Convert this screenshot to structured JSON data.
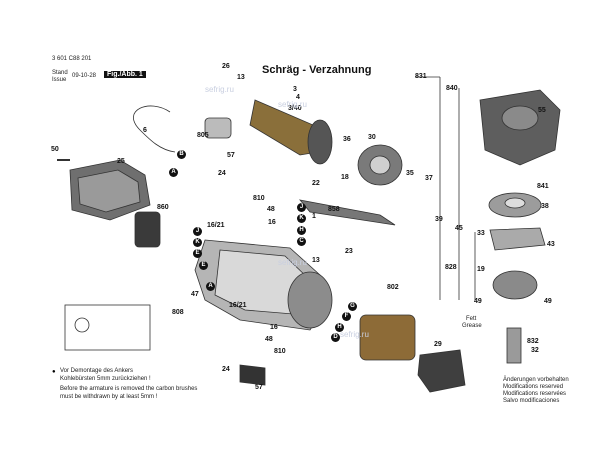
{
  "header": {
    "doc_number": "3 601 C88 201",
    "stand_label": "Stand",
    "issue_label": "Issue",
    "date": "09-10-28",
    "figure_label": "Fig./Abb. 1",
    "title": "Schräg - Verzahnung"
  },
  "part_numbers": [
    "26",
    "13",
    "3",
    "4",
    "3/40",
    "831",
    "840",
    "55",
    "50",
    "6",
    "805",
    "B",
    "25",
    "A",
    "57",
    "36",
    "30",
    "24",
    "810",
    "48",
    "22",
    "18",
    "858",
    "35",
    "37",
    "841",
    "38",
    "860",
    "J",
    "K",
    "16/21",
    "16",
    "39",
    "45",
    "33",
    "43",
    "J",
    "K",
    "H",
    "1",
    "C",
    "E",
    "23",
    "828",
    "19",
    "49",
    "49",
    "47",
    "A",
    "808",
    "16/21",
    "G",
    "F",
    "H",
    "D",
    "802",
    "16",
    "48",
    "810",
    "29",
    "832",
    "32",
    "24",
    "57",
    "13",
    "E"
  ],
  "fett_label": "Fett",
  "grease_label": "Grease",
  "note_de_1": "Vor Demontage des Ankers",
  "note_de_2": "Kohlebürsten 5mm zurückziehen !",
  "note_en_1": "Before the armature is removed the carbon brushes",
  "note_en_2": "must be withdrawn by at least 5mm !",
  "changes": [
    "Änderungen vorbehalten",
    "Modifications reserved",
    "Modifications reservées",
    "Salvo modificaciones"
  ],
  "watermark": "sefrig.ru",
  "colors": {
    "line": "#333333",
    "part_dark": "#2a2a2a",
    "part_mid": "#8a8a8a",
    "part_light": "#cfcfcf"
  }
}
